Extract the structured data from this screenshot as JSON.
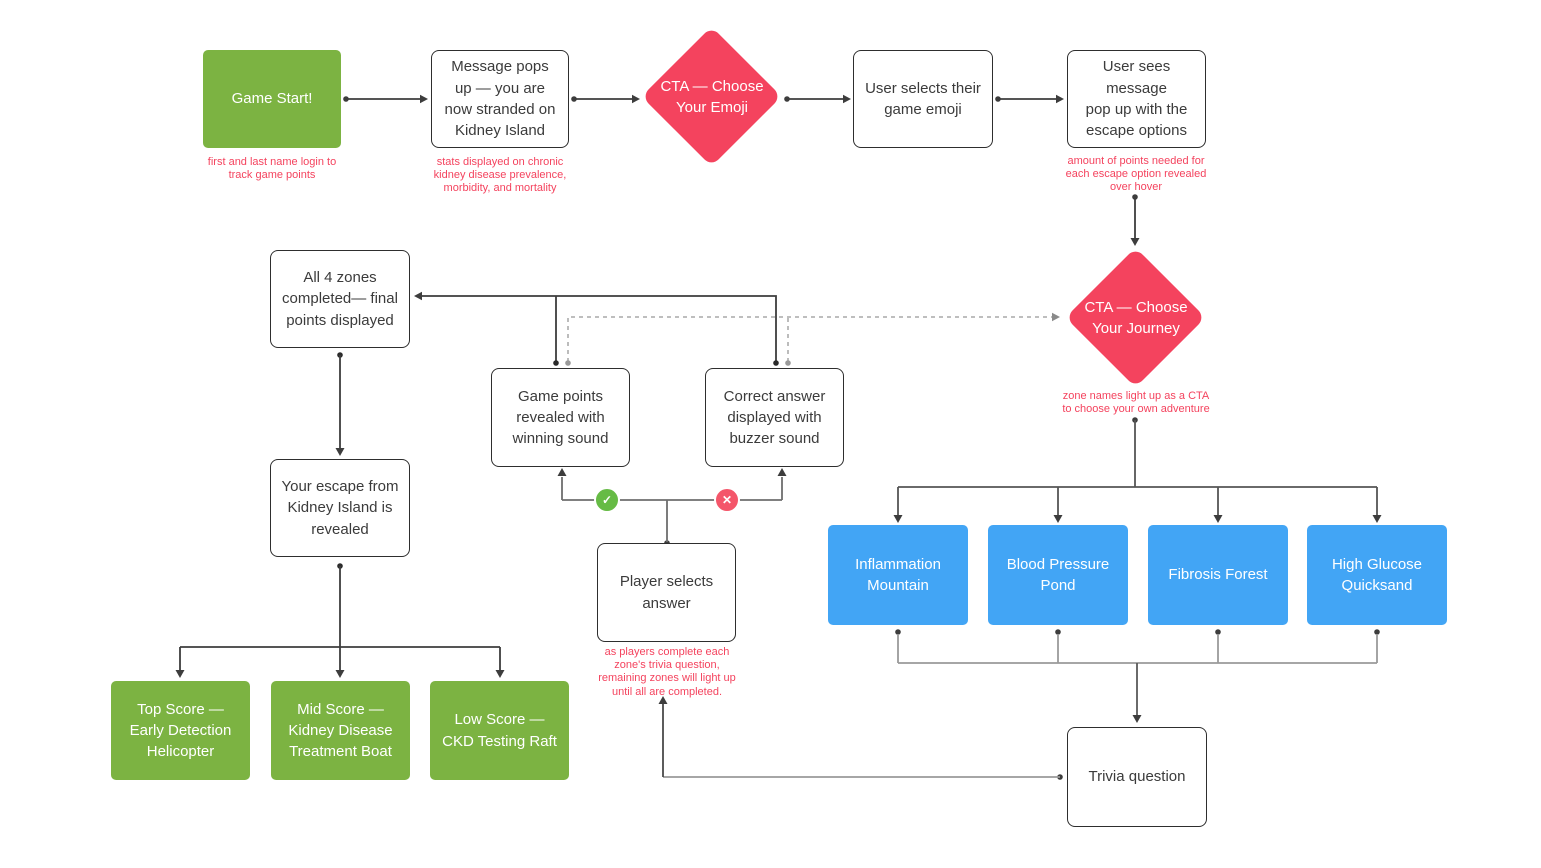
{
  "nodes": {
    "game_start": "Game Start!",
    "message_pops_up": "Message pops\nup — you are\nnow stranded on\nKidney Island",
    "cta_choose_your_emoji": "CTA — Choose\nYour Emoji",
    "user_selects_emoji": "User selects their\ngame emoji",
    "user_sees_escape_options": "User sees message\npop up with the\nescape options",
    "cta_choose_your_journey": "CTA — Choose\nYour Journey",
    "all_4_zones_completed": "All 4 zones\ncompleted— final\npoints displayed",
    "game_points_revealed": "Game points\nrevealed with\nwinning sound",
    "correct_answer_displayed": "Correct answer\ndisplayed with\nbuzzer sound",
    "your_escape_revealed": "Your escape from\nKidney Island is\nrevealed",
    "player_selects_answer": "Player selects\nanswer",
    "inflammation_mountain": "Inflammation\nMountain",
    "blood_pressure_pond": "Blood Pressure\nPond",
    "fibrosis_forest": "Fibrosis Forest",
    "high_glucose_quicksand": "High Glucose\nQuicksand",
    "trivia_question": "Trivia question",
    "top_score": "Top Score —\nEarly Detection\nHelicopter",
    "mid_score": "Mid Score —\nKidney Disease\nTreatment Boat",
    "low_score": "Low Score —\nCKD Testing Raft"
  },
  "annotations": {
    "login_note": "first and last name login to\ntrack game points",
    "stats_note": "stats displayed on chronic\nkidney disease prevalence,\nmorbidity, and mortality",
    "points_hover_note": "amount of points needed for\neach escape option revealed\nover hover",
    "zone_names_note": "zone names light up as a CTA\nto choose your own adventure",
    "zones_light_up_note": "as players complete each\nzone's trivia question,\nremaining zones will light up\nuntil all are completed."
  },
  "icons": {
    "check": "✓",
    "cross": "✕"
  },
  "colors": {
    "node_green": "#7CB342",
    "node_blue": "#42A5F5",
    "diamond_pink": "#F4435E",
    "annotation_red": "#F4435E",
    "line_dark": "#3d3d3d",
    "line_gray": "#9a9a9a",
    "check_green": "#66BB45",
    "cross_red": "#F4566A"
  }
}
